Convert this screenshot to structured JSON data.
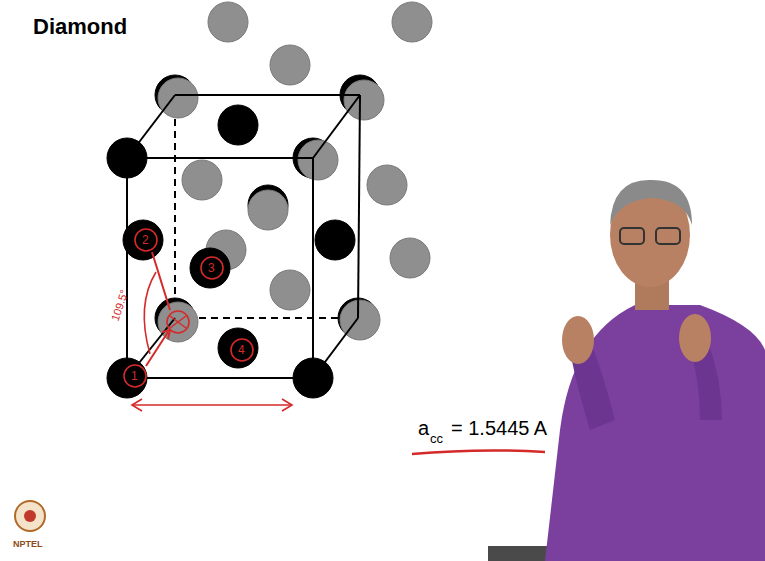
{
  "diagram": {
    "title": "Diamond",
    "labels": [
      "1",
      "2",
      "3",
      "4",
      "109.5°",
      "a",
      "cc",
      "= 1.5445 A",
      "NPTEL"
    ]
  }
}
